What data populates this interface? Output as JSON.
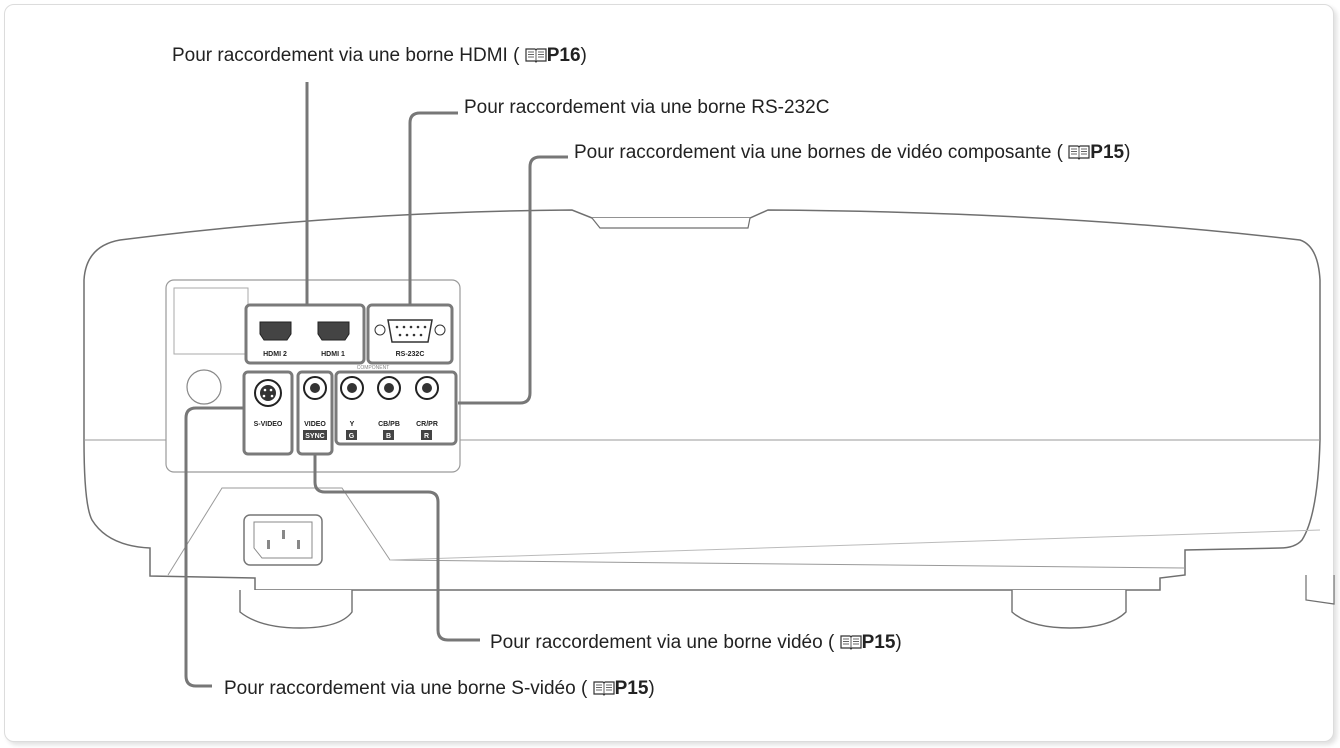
{
  "callouts": {
    "hdmi": {
      "text": "Pour raccordement via une borne HDMI (",
      "ref": "P16",
      "close": ")"
    },
    "rs232": {
      "text": "Pour raccordement via une borne RS-232C"
    },
    "component": {
      "text": "Pour raccordement via une bornes de vidéo composante (",
      "ref": "P15",
      "close": ")"
    },
    "video": {
      "text": "Pour raccordement via une borne vidéo (",
      "ref": "P15",
      "close": ")"
    },
    "svideo": {
      "text": "Pour raccordement via une borne S-vidéo (",
      "ref": "P15",
      "close": ")"
    }
  },
  "panel_labels": {
    "hdmi2": "HDMI 2",
    "hdmi1": "HDMI 1",
    "rs232c": "RS-232C",
    "component": "COMPONENT",
    "svideo": "S-VIDEO",
    "video": "VIDEO",
    "sync": "SYNC",
    "y": "Y",
    "g": "G",
    "cb": "CB/PB",
    "b": "B",
    "cr": "CR/PR",
    "r": "R"
  },
  "icons": {
    "reference": "book-icon"
  },
  "colors": {
    "leader_line": "#777777",
    "outline": "#6f6f6f",
    "connector": "#555555"
  }
}
